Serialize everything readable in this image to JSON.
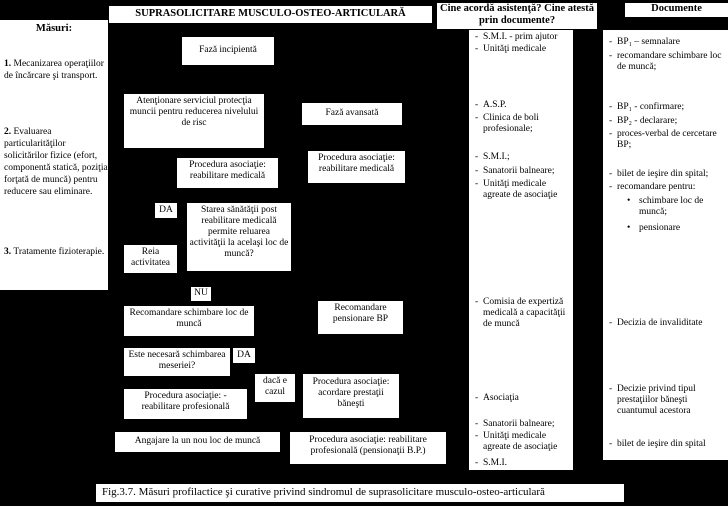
{
  "title": "SUPRASOLICITARE MUSCULO-OSTEO-ARTICULARĂ",
  "masuri": {
    "header": "Măsuri:",
    "items": [
      {
        "num": "1.",
        "text": "Mecanizarea operaţiilor de încărcare şi transport."
      },
      {
        "num": "2.",
        "text": "Evaluarea particularităţilor solicitărilor fizice (efort, componentă statică, poziţia forţată de muncă) pentru reducere sau eliminare."
      },
      {
        "num": "3.",
        "text": "Tratamente fizioterapie."
      }
    ]
  },
  "flow": {
    "faza_incipienta": "Fază incipientă",
    "atentionare": "Atenţionare serviciul protecţia muncii pentru reducerea nivelului de risc",
    "faza_avansata": "Fază avansată",
    "proc_reab_1": "Procedura asociaţie: reabilitare medicală",
    "proc_reab_2": "Procedura asociaţie: reabilitare medicală",
    "da_1": "DA",
    "stare": "Starea sănătăţii post reabilitare medicală permite reluarea activităţii la acelaşi loc de muncă?",
    "reia": "Reia activitatea",
    "nu": "NU",
    "recom_schimbare": "Recomandare schimbare loc de muncă",
    "recom_pensionare": "Recomandare pensionare BP",
    "este_necesara": "Este necesară schimbarea meseriei?",
    "da_2": "DA",
    "daca_cazul": "dacă e cazul",
    "proc_prof": "Procedura asociaţie: - reabilitare profesională",
    "proc_prestatii": "Procedura asociaţie: acordare prestaţii băneşti",
    "angajare": "Angajare la un nou loc de muncă",
    "proc_prof_pens": "Procedura asociaţie: reabilitare profesională (pensionaţii B.P.)"
  },
  "cine": {
    "header": "Cine acordă asistenţă? Cine atestă prin documente?",
    "items": [
      "S.M.I. - prim ajutor",
      "Unităţi medicale",
      "A.S.P.",
      "Clinica de boli profesionale;",
      "S.M.I.;",
      "Sanatorii balneare;",
      "Unităţi medicale agreate de asociaţie",
      "Comisia de expertiză medicală a capacităţii de muncă",
      "Asociaţia",
      "Sanatorii balneare;",
      "Unităţi medicale agreate de asociaţie",
      "S.M.I."
    ]
  },
  "documente": {
    "header": "Documente",
    "items": [
      "BP₁ – semnalare",
      "recomandare schimbare loc de muncă;",
      "BP₁ - confirmare;",
      "BP₂ - declarare;",
      "proces-verbal de cercetare BP;",
      "bilet de ieşire din spital;",
      "recomandare pentru:",
      "schimbare loc de muncă;",
      "pensionare",
      "Decizia de invaliditate",
      "Decizie privind tipul prestaţiilor băneşti cuantumul acestora",
      "bilet de ieşire din spital"
    ]
  },
  "caption": "Fig.3.7. Măsuri profilactice şi curative privind sindromul de suprasolicitare musculo-osteo-articulară"
}
